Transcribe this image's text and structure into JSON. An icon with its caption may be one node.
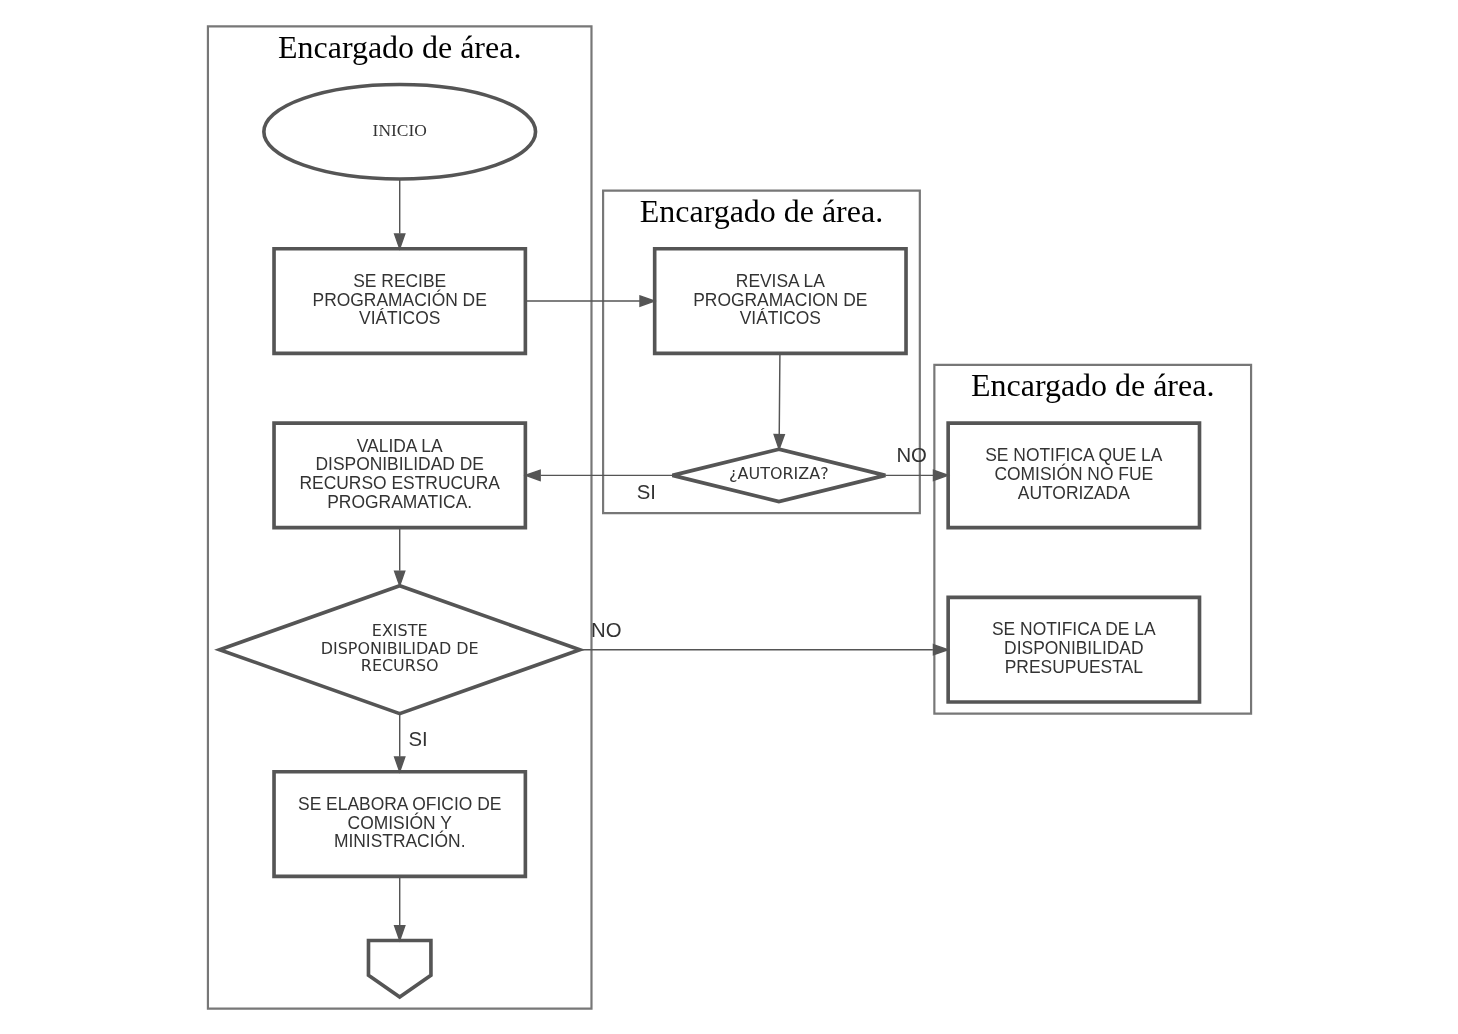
{
  "diagram": {
    "nodes": [
      {
        "text": [
          "Encargado de área."
        ]
      },
      {
        "text": [
          "Encargado de área."
        ]
      },
      {
        "text": [
          "Encargado de área."
        ]
      },
      {
        "text": [
          "INICIO"
        ],
        "in": 0
      },
      {
        "text": [
          "SE RECIBE PROGRAMACIÓN DE VIÁTICOS"
        ],
        "in": 0
      },
      {
        "text": [
          "VALIDA LA DISPONIBILIDAD DE RECURSO ESTRUCURA PROGRAMATICA."
        ],
        "in": 0
      },
      {
        "text": [
          "EXISTE DISPONIBILIDAD DE RECURSO"
        ],
        "in": 0
      },
      {
        "text": [
          "SE ELABORA OFICIO DE COMISIÓN Y MINISTRACIÓN."
        ],
        "in": 0
      },
      {
        "text": [],
        "shape": "pentagon",
        "in": 0
      },
      {
        "text": [
          "REVISA LA PROGRAMACION DE VIÁTICOS"
        ],
        "in": 1
      },
      {
        "text": [
          "¿AUTORIZA?"
        ],
        "in": 1
      },
      {
        "text": [
          "SE NOTIFICA QUE LA COMISIÓN NO FUE AUTORIZADA"
        ],
        "in": 2
      },
      {
        "text": [
          "SE NOTIFICA DE LA DISPONIBILIDAD PRESUPUESTAL"
        ],
        "in": 2
      }
    ],
    "edges": [
      {
        "from": 3,
        "to": 4,
        "arrow": "to"
      },
      {
        "from": 4,
        "to": 9,
        "arrow": "to"
      },
      {
        "from": 5,
        "to": 6,
        "arrow": "to"
      },
      {
        "from": 6,
        "to": 12,
        "arrow": "to",
        "label": "NO"
      },
      {
        "from": 6,
        "to": 7,
        "arrow": "to",
        "label": "SI"
      },
      {
        "from": 7,
        "to": 8,
        "arrow": "to"
      },
      {
        "from": 9,
        "to": 10,
        "arrow": "to"
      },
      {
        "from": 10,
        "to": 5,
        "arrow": "to",
        "label": "SI"
      },
      {
        "from": 10,
        "to": 11,
        "arrow": "to",
        "label": "NO"
      }
    ]
  }
}
